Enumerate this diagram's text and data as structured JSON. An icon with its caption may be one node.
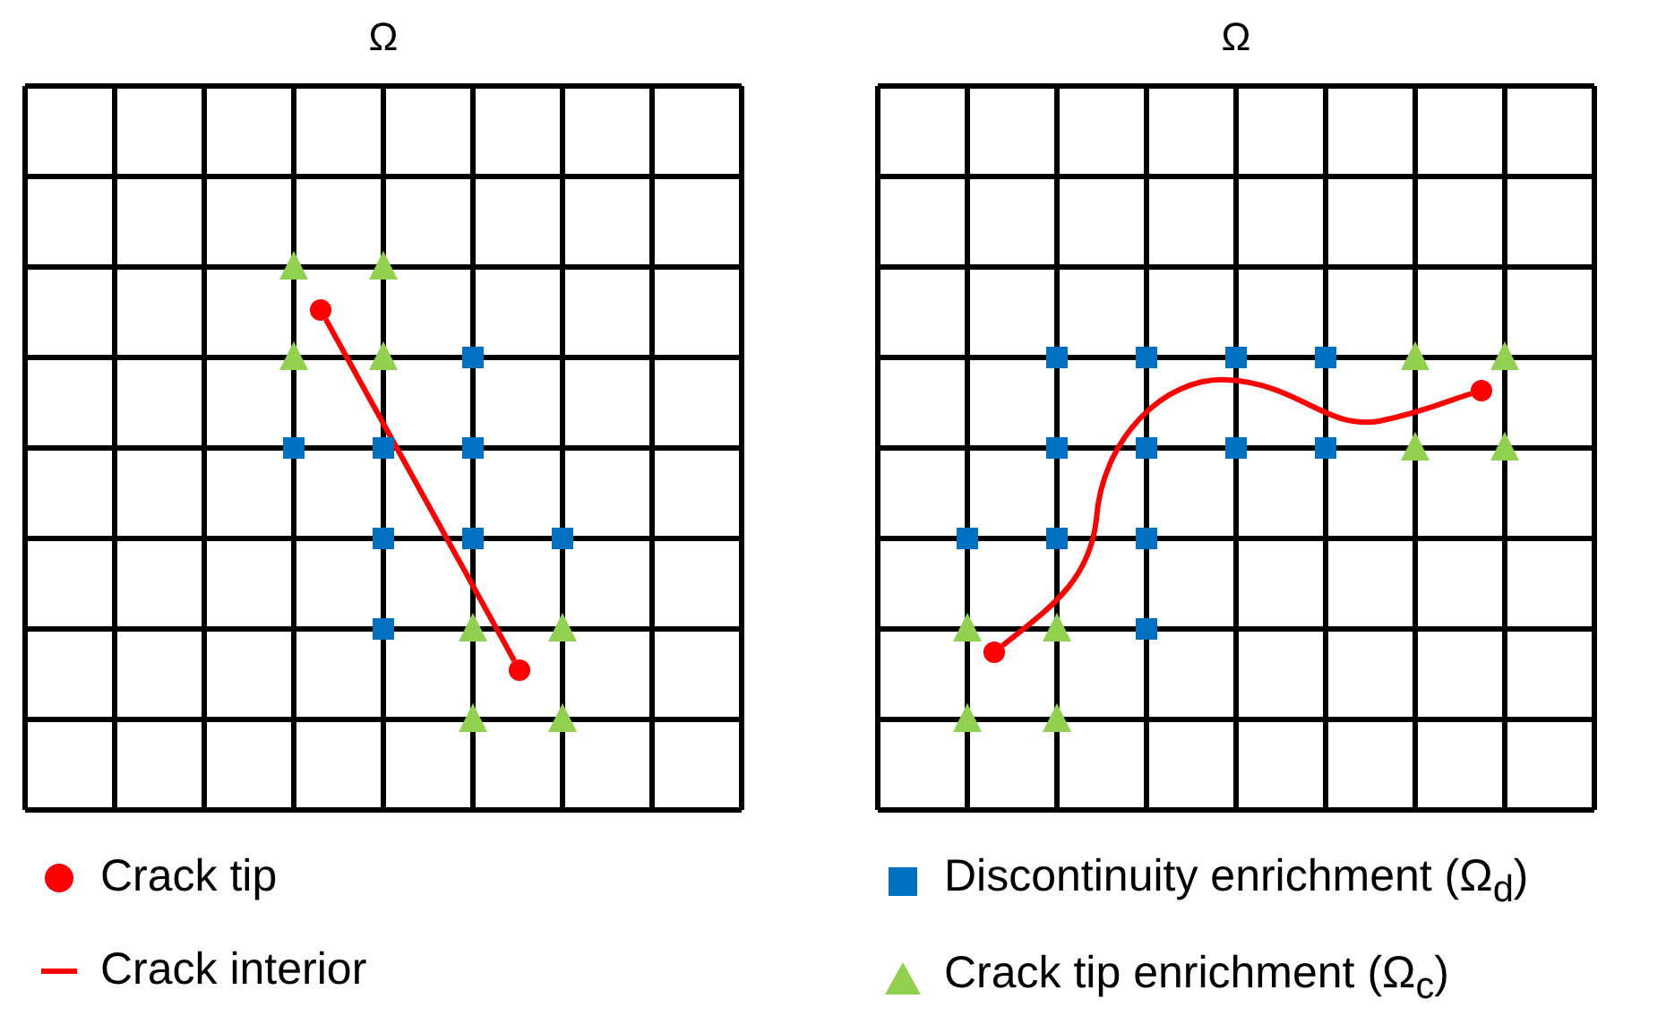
{
  "diagram": {
    "labels": [
      "Ω",
      "Ω"
    ],
    "nodes": [
      {
        "text": [],
        "shape": "circle"
      },
      {
        "text": [],
        "shape": "circle"
      },
      {
        "text": [],
        "shape": "circle"
      },
      {
        "text": [],
        "shape": "circle"
      }
    ],
    "edges": [
      {
        "from": 0,
        "to": 1,
        "arrow": "none"
      },
      {
        "from": 2,
        "to": 3,
        "arrow": "none"
      }
    ],
    "legend": [
      {
        "text": "Crack tip",
        "color": "#ff0000"
      },
      {
        "text": "Crack interior"
      },
      {
        "text": "Discontinuity enrichment (Ω$_{d}$)",
        "color": "#0070c0"
      },
      {
        "text": "Crack tip enrichment (Ω$_{c}$)",
        "color": "#92d050"
      }
    ]
  }
}
